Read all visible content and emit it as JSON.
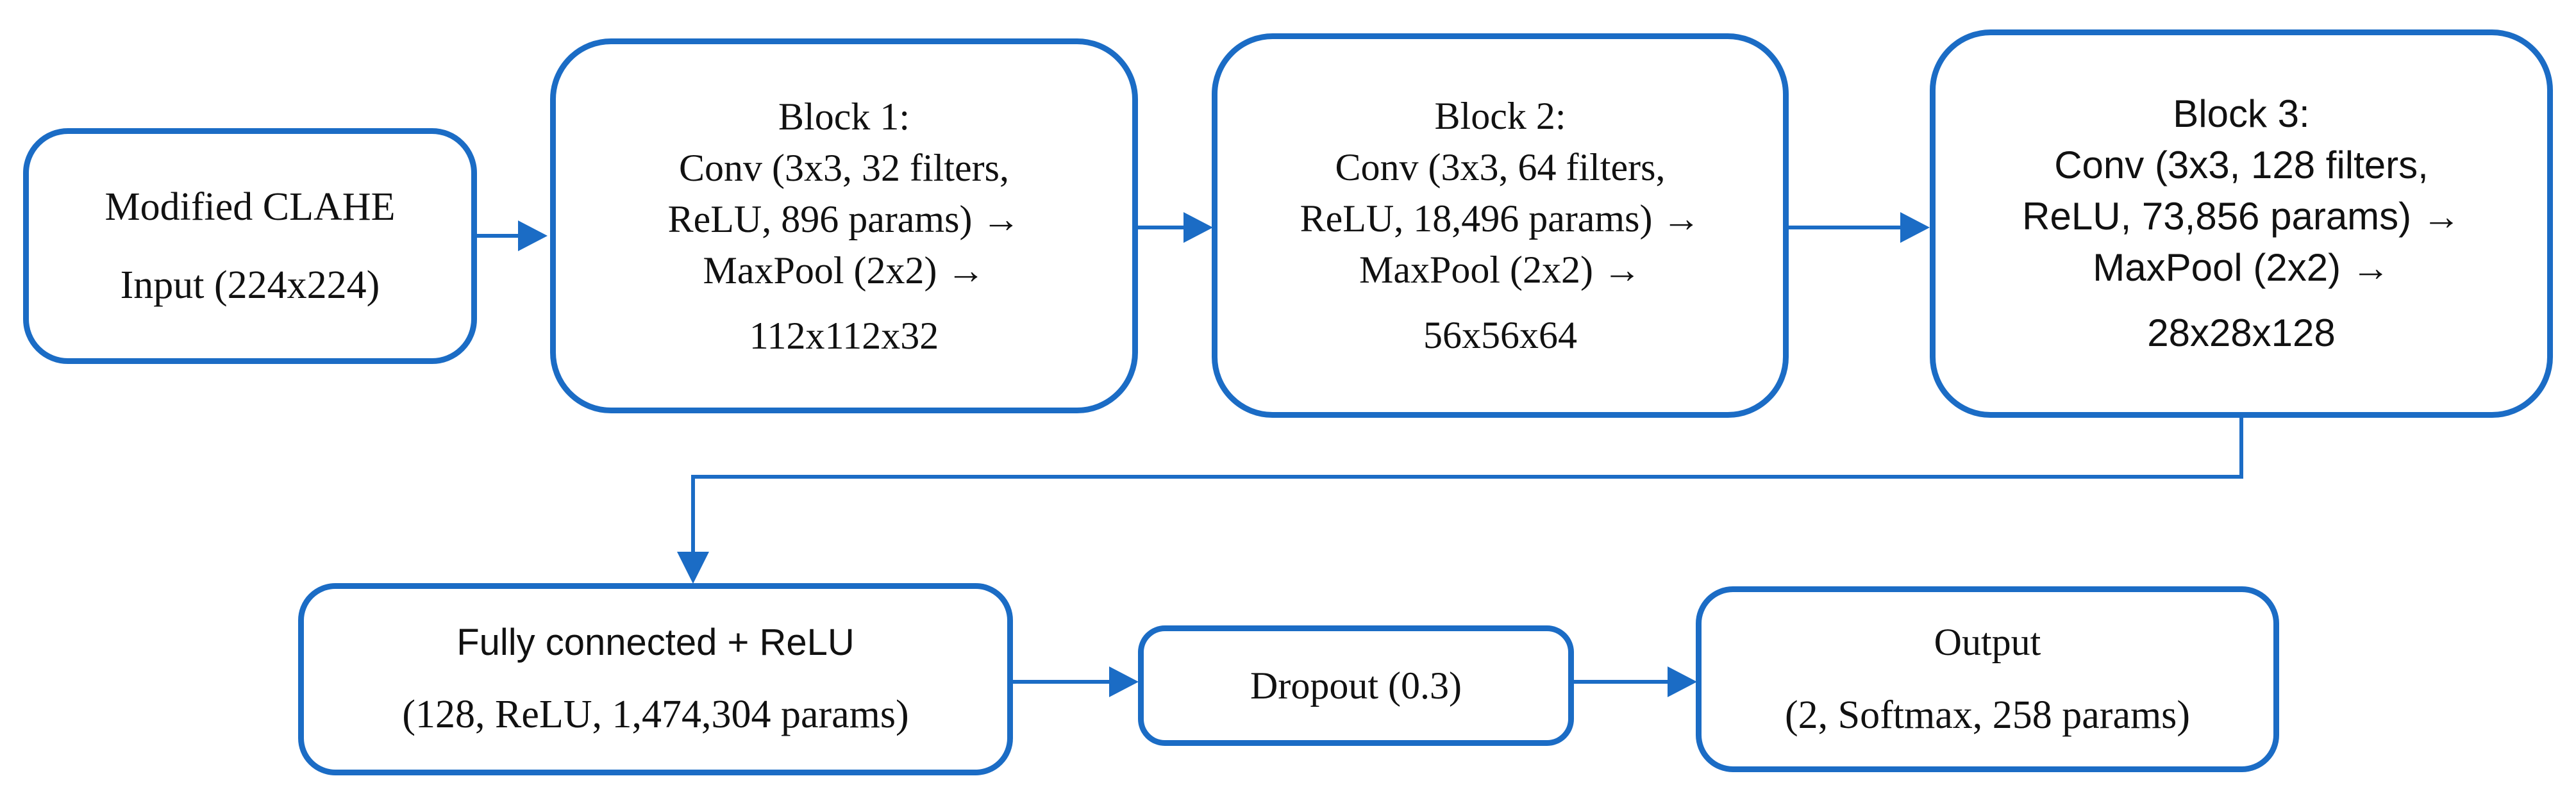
{
  "diagram": {
    "background": "#ffffff",
    "accent": "#1b6cc5",
    "text_color": "#111111",
    "nodes": {
      "input": {
        "line1": "Modified CLAHE",
        "line2": "Input (224x224)"
      },
      "block1": {
        "title": "Block 1:",
        "conv": "Conv (3x3, 32 filters,",
        "relu": "ReLU, 896 params) →",
        "maxpool": "MaxPool (2x2) →",
        "output_shape": "112x112x32"
      },
      "block2": {
        "title": "Block 2:",
        "conv": "Conv (3x3, 64 filters,",
        "relu": "ReLU, 18,496 params) →",
        "maxpool": "MaxPool (2x2) →",
        "output_shape": "56x56x64"
      },
      "block3": {
        "title": "Block 3:",
        "conv": "Conv (3x3, 128 filters,",
        "relu": "ReLU, 73,856 params) →",
        "maxpool": "MaxPool (2x2) →",
        "output_shape": "28x28x128"
      },
      "fully_connected": {
        "line1": "Fully connected + ReLU",
        "line2": "(128, ReLU, 1,474,304 params)"
      },
      "dropout": {
        "label": "Dropout (0.3)"
      },
      "output": {
        "line1": "Output",
        "line2": "(2, Softmax, 258 params)"
      }
    }
  }
}
